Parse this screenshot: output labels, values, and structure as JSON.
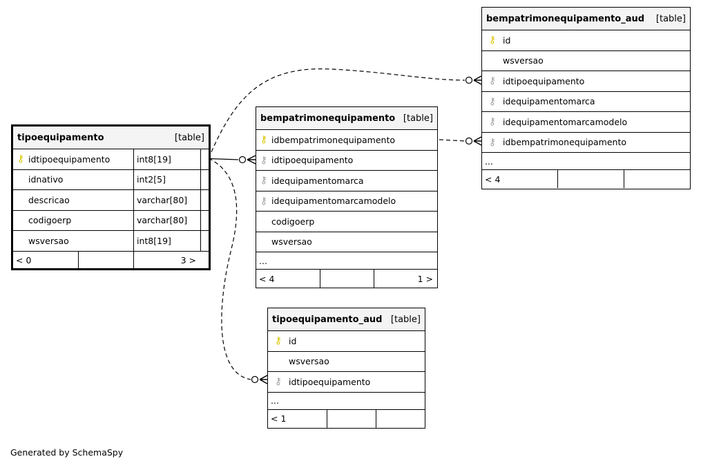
{
  "tables": {
    "tipoequipamento": {
      "name": "tipoequipamento",
      "kind": "[table]",
      "columns": [
        {
          "name": "idtipoequipamento",
          "type": "int8[19]",
          "key": "pk"
        },
        {
          "name": "idnativo",
          "type": "int2[5]",
          "key": ""
        },
        {
          "name": "descricao",
          "type": "varchar[80]",
          "key": ""
        },
        {
          "name": "codigoerp",
          "type": "varchar[80]",
          "key": ""
        },
        {
          "name": "wsversao",
          "type": "int8[19]",
          "key": ""
        }
      ],
      "parents": "< 0",
      "children": "3 >"
    },
    "bempatrimonequipamento": {
      "name": "bempatrimonequipamento",
      "kind": "[table]",
      "columns": [
        {
          "name": "idbempatrimonequipamento",
          "key": "pk"
        },
        {
          "name": "idtipoequipamento",
          "key": "fk"
        },
        {
          "name": "idequipamentomarca",
          "key": "fk"
        },
        {
          "name": "idequipamentomarcamodelo",
          "key": "fk"
        },
        {
          "name": "codigoerp",
          "key": ""
        },
        {
          "name": "wsversao",
          "key": ""
        }
      ],
      "more": "...",
      "parents": "< 4",
      "children": "1 >"
    },
    "bempatrimonequipamento_aud": {
      "name": "bempatrimonequipamento_aud",
      "kind": "[table]",
      "columns": [
        {
          "name": "id",
          "key": "pk"
        },
        {
          "name": "wsversao",
          "key": ""
        },
        {
          "name": "idtipoequipamento",
          "key": "fk"
        },
        {
          "name": "idequipamentomarca",
          "key": "fk"
        },
        {
          "name": "idequipamentomarcamodelo",
          "key": "fk"
        },
        {
          "name": "idbempatrimonequipamento",
          "key": "fk"
        }
      ],
      "more": "...",
      "parents": "< 4",
      "children": ""
    },
    "tipoequipamento_aud": {
      "name": "tipoequipamento_aud",
      "kind": "[table]",
      "columns": [
        {
          "name": "id",
          "key": "pk"
        },
        {
          "name": "wsversao",
          "key": ""
        },
        {
          "name": "idtipoequipamento",
          "key": "fk"
        }
      ],
      "more": "...",
      "parents": "< 1",
      "children": ""
    }
  },
  "key_icons": {
    "pk": "primary-key-icon",
    "fk": "foreign-key-icon"
  },
  "colors": {
    "pk": "#d9c400",
    "fk": "#a0a0a0",
    "header_bg": "#f4f4f4"
  },
  "footer": {
    "generated_by": "Generated by SchemaSpy"
  }
}
